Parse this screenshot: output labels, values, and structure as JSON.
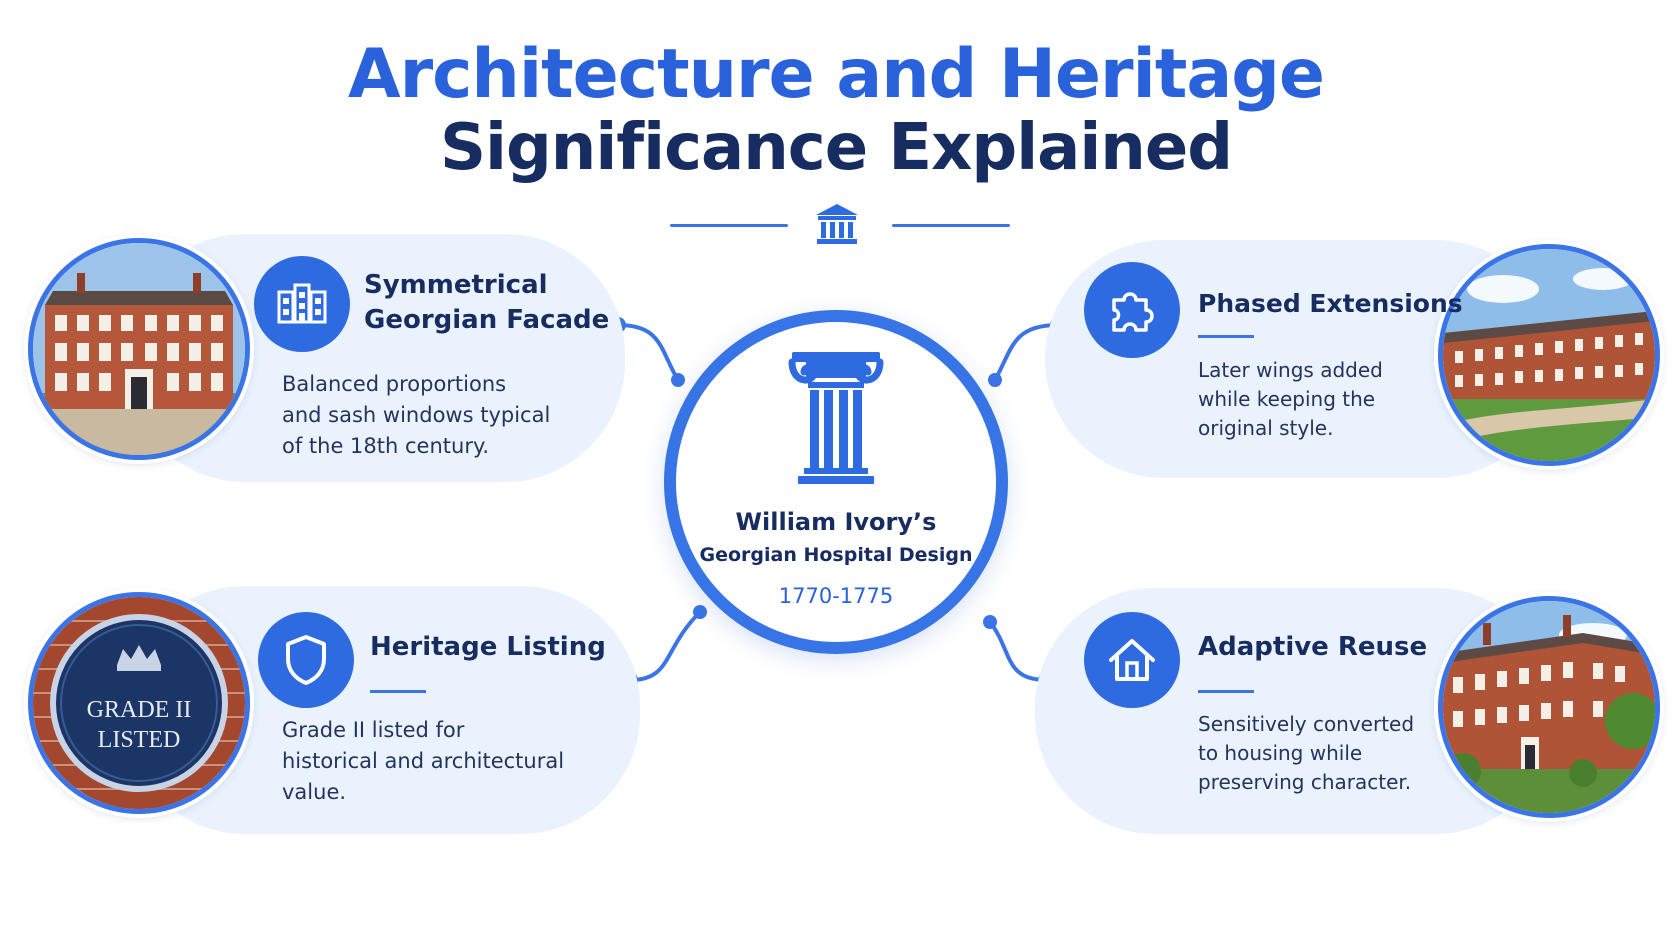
{
  "header": {
    "title": "Architecture and Heritage",
    "subtitle": "Significance Explained",
    "divider_icon": "museum-icon"
  },
  "hub": {
    "icon": "column-icon",
    "title": "William Ivory’s",
    "subtitle": "Georgian Hospital Design",
    "years": "1770-1775"
  },
  "cards": [
    {
      "id": "facade",
      "icon": "building-icon",
      "photo": "georgian-building-photo",
      "title_line1": "Symmetrical",
      "title_line2": "Georgian Facade",
      "text_lines": [
        "Balanced proportions",
        "and sash windows typical",
        "of the 18th century."
      ]
    },
    {
      "id": "extensions",
      "icon": "puzzle-icon",
      "photo": "extended-wings-photo",
      "title_line1": "Phased Extensions",
      "text_lines": [
        "Later wings added",
        "while keeping the",
        "original style."
      ]
    },
    {
      "id": "listing",
      "icon": "shield-icon",
      "photo": "grade-listed-plaque-photo",
      "plaque_line1": "GRADE II",
      "plaque_line2": "LISTED",
      "title_line1": "Heritage Listing",
      "text_lines": [
        "Grade  II listed for",
        "historical and architectural",
        "value."
      ]
    },
    {
      "id": "reuse",
      "icon": "house-icon",
      "photo": "converted-housing-photo",
      "title_line1": "Adaptive Reuse",
      "text_lines": [
        "Sensitively converted",
        "to housing while",
        "preserving character."
      ]
    }
  ],
  "colors": {
    "accent": "#2f6be0",
    "title_blue": "#2a62dc",
    "navy": "#172d62",
    "card_bg": "#eaf2fd",
    "brick": "#b5573a"
  }
}
